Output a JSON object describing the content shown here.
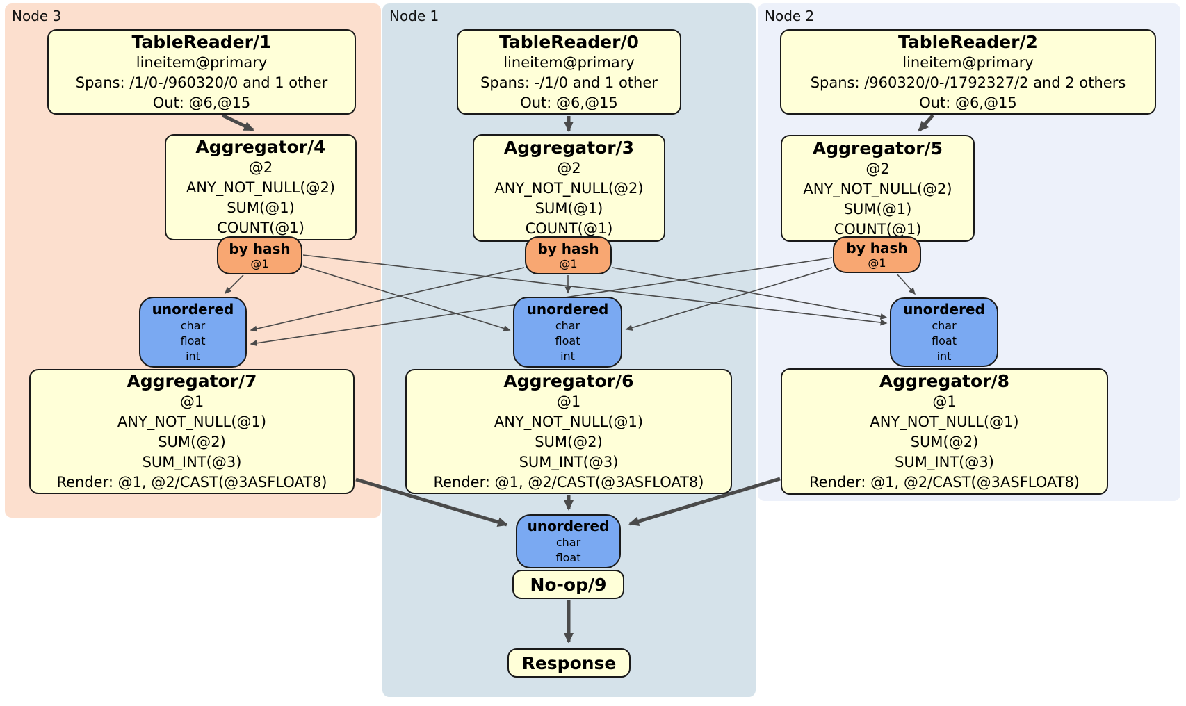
{
  "panels": {
    "node3": {
      "label": "Node 3"
    },
    "node1": {
      "label": "Node 1"
    },
    "node2": {
      "label": "Node 2"
    }
  },
  "processors": {
    "tr1": {
      "title": "TableReader/1",
      "lines": [
        "lineitem@primary",
        "Spans: /1/0-/960320/0 and 1 other",
        "Out: @6,@15"
      ]
    },
    "tr0": {
      "title": "TableReader/0",
      "lines": [
        "lineitem@primary",
        "Spans: -/1/0 and 1 other",
        "Out: @6,@15"
      ]
    },
    "tr2": {
      "title": "TableReader/2",
      "lines": [
        "lineitem@primary",
        "Spans: /960320/0-/1792327/2 and 2 others",
        "Out: @6,@15"
      ]
    },
    "agg4": {
      "title": "Aggregator/4",
      "lines": [
        "@2",
        "ANY_NOT_NULL(@2)",
        "SUM(@1)",
        "COUNT(@1)"
      ]
    },
    "agg3": {
      "title": "Aggregator/3",
      "lines": [
        "@2",
        "ANY_NOT_NULL(@2)",
        "SUM(@1)",
        "COUNT(@1)"
      ]
    },
    "agg5": {
      "title": "Aggregator/5",
      "lines": [
        "@2",
        "ANY_NOT_NULL(@2)",
        "SUM(@1)",
        "COUNT(@1)"
      ]
    },
    "agg7": {
      "title": "Aggregator/7",
      "lines": [
        "@1",
        "ANY_NOT_NULL(@1)",
        "SUM(@2)",
        "SUM_INT(@3)",
        "Render: @1, @2/CAST(@3ASFLOAT8)"
      ]
    },
    "agg6": {
      "title": "Aggregator/6",
      "lines": [
        "@1",
        "ANY_NOT_NULL(@1)",
        "SUM(@2)",
        "SUM_INT(@3)",
        "Render: @1, @2/CAST(@3ASFLOAT8)"
      ]
    },
    "agg8": {
      "title": "Aggregator/8",
      "lines": [
        "@1",
        "ANY_NOT_NULL(@1)",
        "SUM(@2)",
        "SUM_INT(@3)",
        "Render: @1, @2/CAST(@3ASFLOAT8)"
      ]
    },
    "noop": {
      "title": "No-op/9"
    },
    "response": {
      "title": "Response"
    }
  },
  "routers": {
    "byhash3": {
      "title": "by hash",
      "lines": [
        "@1"
      ]
    },
    "byhash1": {
      "title": "by hash",
      "lines": [
        "@1"
      ]
    },
    "byhash2": {
      "title": "by hash",
      "lines": [
        "@1"
      ]
    }
  },
  "syncs": {
    "unord3": {
      "title": "unordered",
      "lines": [
        "char",
        "float",
        "int"
      ]
    },
    "unord1": {
      "title": "unordered",
      "lines": [
        "char",
        "float",
        "int"
      ]
    },
    "unord2": {
      "title": "unordered",
      "lines": [
        "char",
        "float",
        "int"
      ]
    },
    "unordFinal": {
      "title": "unordered",
      "lines": [
        "char",
        "float"
      ]
    }
  },
  "colors": {
    "node3_panel": "#fcdfce",
    "node1_panel": "#d5e2ea",
    "node2_panel": "#edf1fa",
    "processor_fill": "#ffffd8",
    "router_fill": "#f8a772",
    "sync_fill": "#7aa9f2",
    "edge": "#4a4a4a",
    "border": "#1a1a1a"
  }
}
